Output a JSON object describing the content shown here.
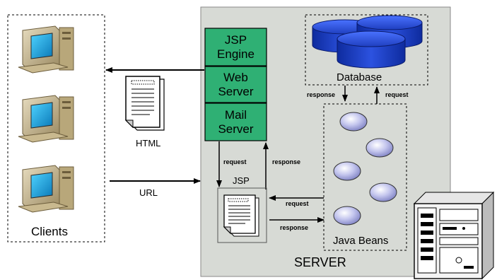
{
  "clients": {
    "label": "Clients"
  },
  "server": {
    "label": "SERVER"
  },
  "stack": {
    "jsp_engine": "JSP\nEngine",
    "web_server": "Web\nServer",
    "mail_server": "Mail\nServer"
  },
  "database": {
    "label": "Database"
  },
  "java_beans": {
    "label": "Java Beans"
  },
  "jsp": {
    "label": "JSP"
  },
  "html_doc": {
    "label": "HTML"
  },
  "arrows": {
    "url": "URL",
    "request_stack_to_jsp": "request",
    "response_jsp_to_stack": "response",
    "response_db_to_beans": "response",
    "request_beans_to_db": "request",
    "request_beans_to_jsp": "request",
    "response_jsp_to_beans": "response"
  },
  "colors": {
    "server_bg": "#d7dad5",
    "stack_box": "#2fb074",
    "db_blue": "#1f3fc0",
    "bean": "#aaaee0"
  },
  "icons": [
    "computer-icon",
    "server-tower-icon",
    "document-icon",
    "database-cylinder-icon"
  ]
}
